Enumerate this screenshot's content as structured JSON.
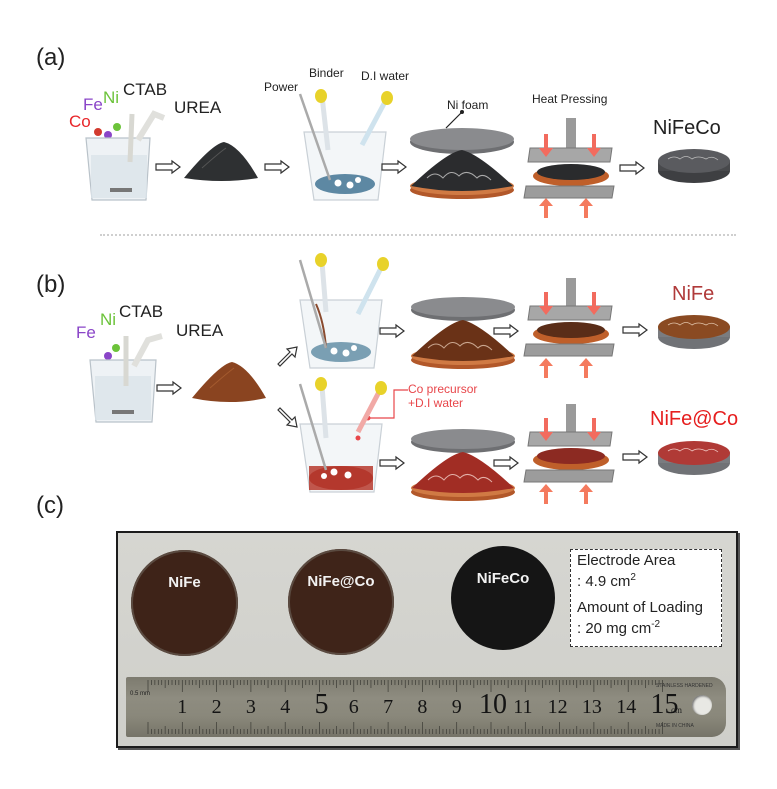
{
  "figure": {
    "panels": {
      "a": {
        "label": "(a)",
        "precursors": [
          {
            "name": "Co",
            "color": "#e8262a"
          },
          {
            "name": "Fe",
            "color": "#8a45c8"
          },
          {
            "name": "Ni",
            "color": "#6cc33a"
          }
        ],
        "additives": [
          "CTAB",
          "UREA"
        ],
        "mixing_labels": {
          "powder": "Power",
          "binder": "Binder",
          "water": "D.I water"
        },
        "substrate_label": "Ni foam",
        "press_label": "Heat Pressing",
        "product": {
          "name": "NiFeCo",
          "color": "#222222"
        }
      },
      "b": {
        "label": "(b)",
        "precursors": [
          {
            "name": "Fe",
            "color": "#8a45c8"
          },
          {
            "name": "Ni",
            "color": "#6cc33a"
          }
        ],
        "additives": [
          "CTAB",
          "UREA"
        ],
        "co_label_line1": "Co precursor",
        "co_label_line2": "+D.I water",
        "co_color": "#e8464a",
        "products": [
          {
            "name": "NiFe",
            "color": "#b03a3a"
          },
          {
            "name": "NiFe@Co",
            "color": "#e61e1e"
          }
        ]
      },
      "c": {
        "label": "(c)",
        "electrodes": [
          {
            "name": "NiFe",
            "color": "#3e2318"
          },
          {
            "name": "NiFe@Co",
            "color": "#3f2419"
          },
          {
            "name": "NiFeCo",
            "color": "#151515"
          }
        ],
        "info": {
          "area_title": "Electrode Area",
          "area_value": ": 4.9 cm",
          "area_sup": "2",
          "loading_title": "Amount of Loading",
          "loading_value": ": 20 mg cm",
          "loading_sup": "-2"
        },
        "ruler": {
          "numbers": [
            "1",
            "2",
            "3",
            "4",
            "5",
            "6",
            "7",
            "8",
            "9",
            "10",
            "11",
            "12",
            "13",
            "14",
            "15"
          ],
          "unit": "cm",
          "small_mark": "0.5 mm",
          "mm_mark": "mm",
          "brand_top": "STAINLESS HARDENED",
          "brand_bottom": "MADE IN CHINA"
        }
      }
    }
  }
}
